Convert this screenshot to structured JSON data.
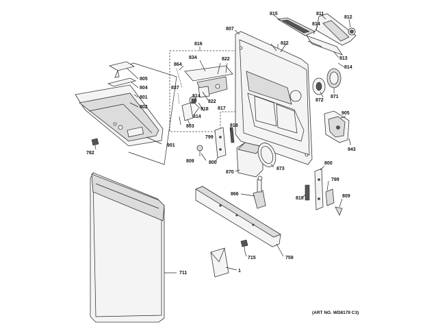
{
  "diagram": {
    "art_number": "(ART NO. WD8179 C3)",
    "part_labels": [
      {
        "id": "815",
        "text": "815"
      },
      {
        "id": "811",
        "text": "811"
      },
      {
        "id": "812",
        "text": "812"
      },
      {
        "id": "807",
        "text": "807"
      },
      {
        "id": "814a",
        "text": "814"
      },
      {
        "id": "816",
        "text": "816"
      },
      {
        "id": "822a",
        "text": "822"
      },
      {
        "id": "813",
        "text": "813"
      },
      {
        "id": "814b",
        "text": "814"
      },
      {
        "id": "834",
        "text": "834"
      },
      {
        "id": "822b",
        "text": "822"
      },
      {
        "id": "864",
        "text": "864"
      },
      {
        "id": "871",
        "text": "871"
      },
      {
        "id": "805",
        "text": "805"
      },
      {
        "id": "804",
        "text": "804"
      },
      {
        "id": "801",
        "text": "801"
      },
      {
        "id": "802",
        "text": "802"
      },
      {
        "id": "837",
        "text": "837"
      },
      {
        "id": "814c",
        "text": "814"
      },
      {
        "id": "822c",
        "text": "822"
      },
      {
        "id": "872",
        "text": "872"
      },
      {
        "id": "918",
        "text": "918"
      },
      {
        "id": "817",
        "text": "817"
      },
      {
        "id": "814d",
        "text": "814"
      },
      {
        "id": "803",
        "text": "803"
      },
      {
        "id": "905",
        "text": "905"
      },
      {
        "id": "818a",
        "text": "818"
      },
      {
        "id": "799a",
        "text": "799"
      },
      {
        "id": "901",
        "text": "901"
      },
      {
        "id": "943",
        "text": "943"
      },
      {
        "id": "782",
        "text": "782"
      },
      {
        "id": "809a",
        "text": "809"
      },
      {
        "id": "800a",
        "text": "800"
      },
      {
        "id": "873",
        "text": "873"
      },
      {
        "id": "870",
        "text": "870"
      },
      {
        "id": "800b",
        "text": "800"
      },
      {
        "id": "799b",
        "text": "799"
      },
      {
        "id": "818b",
        "text": "818"
      },
      {
        "id": "866",
        "text": "866"
      },
      {
        "id": "809b",
        "text": "809"
      },
      {
        "id": "715",
        "text": "715"
      },
      {
        "id": "759",
        "text": "759"
      },
      {
        "id": "711",
        "text": "711"
      },
      {
        "id": "1",
        "text": "1"
      }
    ]
  }
}
